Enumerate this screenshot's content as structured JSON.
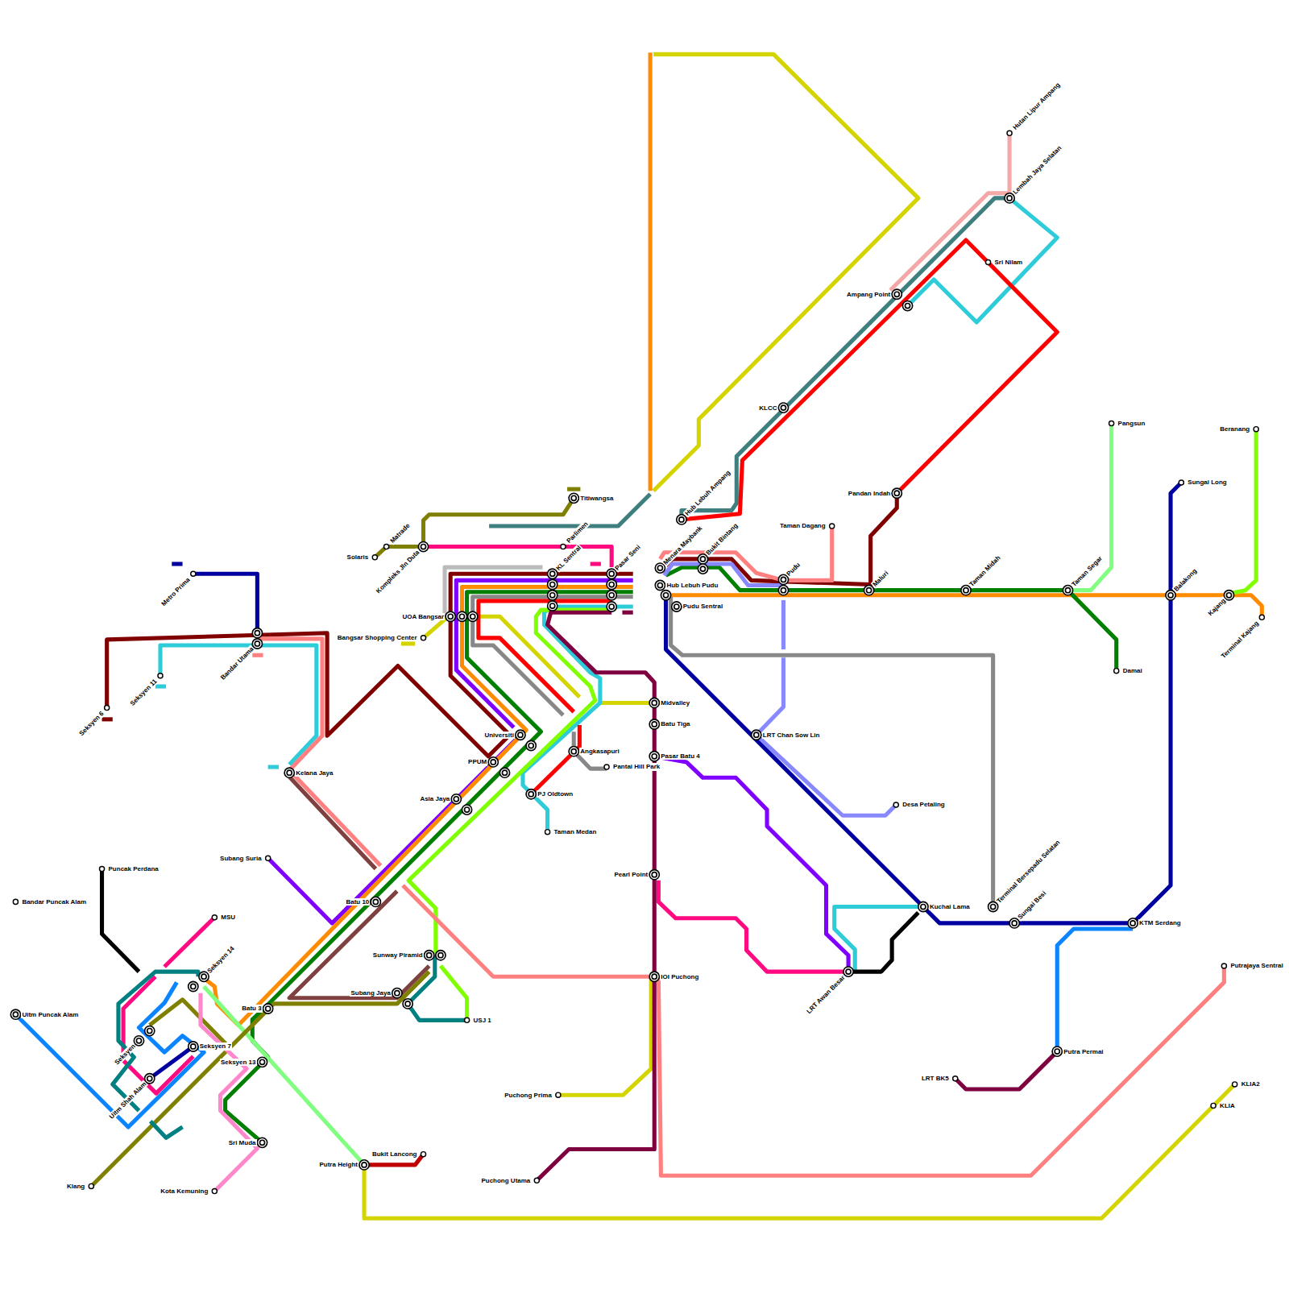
{
  "diagram": {
    "labels": [
      "Hutan Lipur Ampang",
      "Lembah Jaya Selatan",
      "Sri Nilam",
      "Ampang Point",
      "KLCC",
      "Taman Dagang",
      "Pandan Indah",
      "Hub Lebuh Ampang",
      "Menara Maybank",
      "Bukit Bintang",
      "Pudu",
      "Hub Lebuh Pudu",
      "Pudu Sentral",
      "Maluri",
      "Taman Midah",
      "Taman Segar",
      "Pangsun",
      "Sungai Long",
      "Beranang",
      "Balakong",
      "Kajang",
      "Terminal Kajang",
      "Damai",
      "Titiwangsa",
      "Solaris",
      "Matrade",
      "Kompleks Jln Duta",
      "Parlimen",
      "KL Sentral",
      "Pasar Seni",
      "Metro Prima",
      "UOA Bangsar",
      "Bangsar Shopping Center",
      "Bandar Utama",
      "Seksyen 11",
      "Seksyen 6",
      "Kelana Jaya",
      "Midvalley",
      "Batu Tiga",
      "Universiti",
      "Pasar Batu 4",
      "Angkasapuri",
      "Pantai Hill Park",
      "PPUM",
      "PJ Oldtown",
      "Asia Jaya",
      "Desa Petaling",
      "LRT Chan Sow Lin",
      "Taman Medan",
      "Puncak Perdana",
      "Subang Suria",
      "Pearl Point",
      "Bandar Puncak Alam",
      "Batu 10",
      "Kuchai Lama",
      "Terminal Bersepadu Selatan",
      "Sungai Besi",
      "KTM Serdang",
      "MSU",
      "Sunway Piramid",
      "Seksyen 14",
      "IOI Puchong",
      "LRT Awan Besar",
      "Putrajaya Sentral",
      "Subang Jaya",
      "USJ 1",
      "Uitm Puncak Alam",
      "Batu 3",
      "Seksyen 7",
      "Seksyen",
      "Uitm Shah Alam",
      "Seksyen 13",
      "Putra Permai",
      "LRT BK5",
      "KLIA2",
      "KLIA",
      "Puchong Prima",
      "Sri Muda",
      "Bukit Lancong",
      "Putra Height",
      "Puchong Utama",
      "Klang",
      "Kota Kemuning"
    ]
  }
}
